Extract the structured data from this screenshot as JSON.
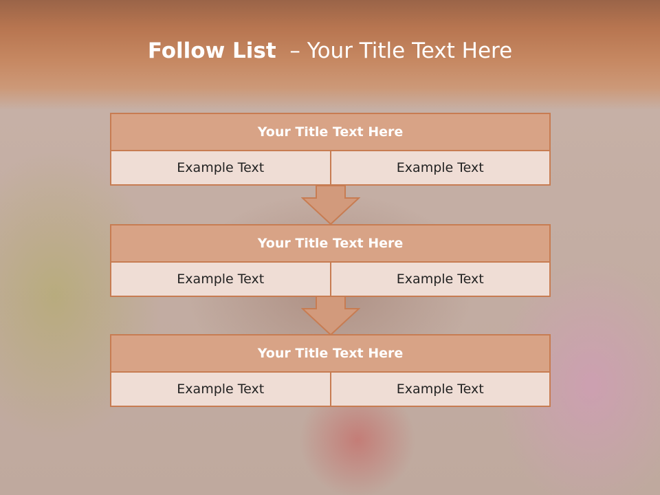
{
  "slide": {
    "title_bold": "Follow List",
    "title_rest": "– Your Title Text Here"
  },
  "blocks": [
    {
      "title": "Your Title Text Here",
      "cells": [
        "Example Text",
        "Example Text"
      ]
    },
    {
      "title": "Your Title Text Here",
      "cells": [
        "Example Text",
        "Example Text"
      ]
    },
    {
      "title": "Your Title Text Here",
      "cells": [
        "Example Text",
        "Example Text"
      ]
    }
  ],
  "colors": {
    "header_top": "#9a6448",
    "title_bar_fill": "#d8a386",
    "border": "#c77c52",
    "cell_fill": "#efddd5",
    "arrow_fill": "#d29a7c"
  },
  "icons": [
    "down-arrow-icon"
  ]
}
